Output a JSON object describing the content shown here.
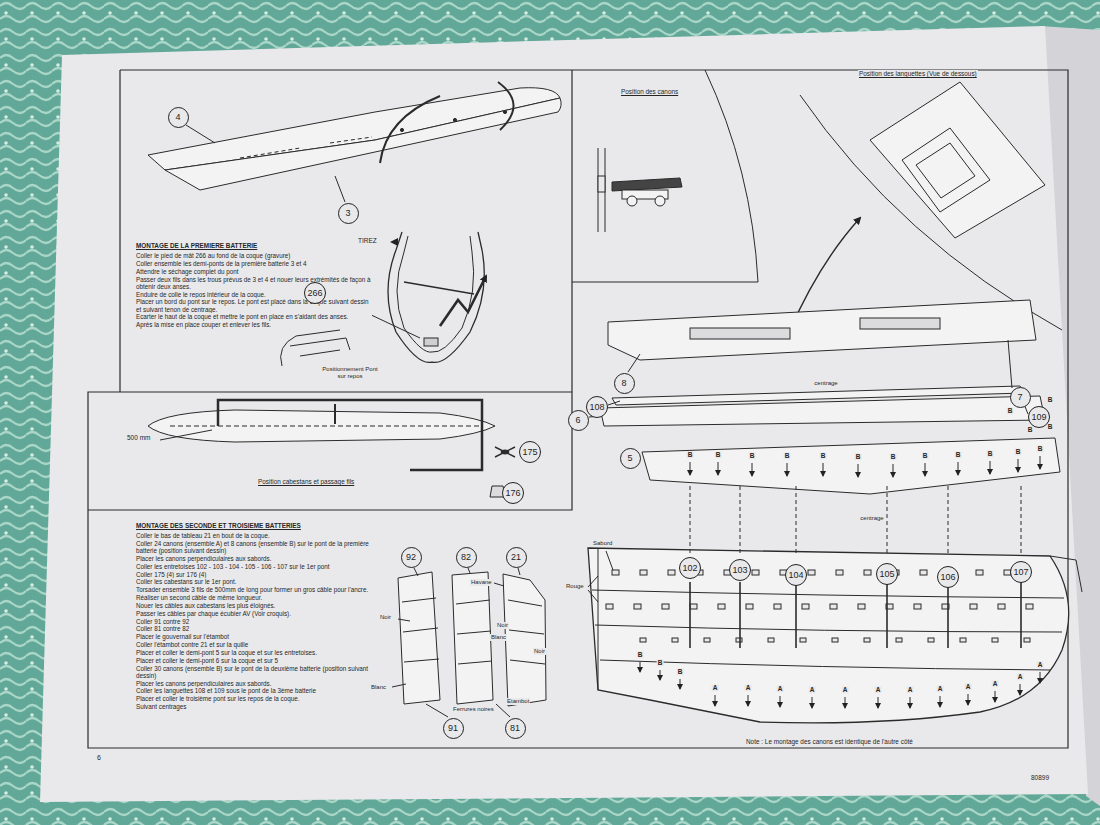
{
  "diagram": {
    "nodes": [
      {
        "text": [
          "4"
        ]
      },
      {
        "text": [
          "3"
        ]
      },
      {
        "text": [
          "266"
        ]
      },
      {
        "text": [
          "175"
        ]
      },
      {
        "text": [
          "176"
        ]
      },
      {
        "text": [
          "8"
        ]
      },
      {
        "text": [
          "7"
        ]
      },
      {
        "text": [
          "108"
        ]
      },
      {
        "text": [
          "109"
        ]
      },
      {
        "text": [
          "6"
        ]
      },
      {
        "text": [
          "5"
        ]
      },
      {
        "text": [
          "92"
        ]
      },
      {
        "text": [
          "82"
        ]
      },
      {
        "text": [
          "21"
        ]
      },
      {
        "text": [
          "102"
        ]
      },
      {
        "text": [
          "103"
        ]
      },
      {
        "text": [
          "104"
        ]
      },
      {
        "text": [
          "105"
        ]
      },
      {
        "text": [
          "106"
        ]
      },
      {
        "text": [
          "107"
        ]
      },
      {
        "text": [
          "91"
        ]
      },
      {
        "text": [
          "81"
        ]
      }
    ],
    "labels": [
      "MONTAGE DE LA PREMIERE BATTERIE",
      "Coller le pied de mât 266 au fond de la coque (gravure)",
      "Coller ensemble les demi-ponts de la première batterie 3 et 4",
      "Attendre le séchage complet du pont",
      "Passer deux fils dans les trous prévus de 3 et 4 et nouer leurs extrémités de façon à obtenir deux anses.",
      "Enduire de colle le repos intérieur de la coque.",
      "Placer un bord du pont sur le repos. Le pont est placé dans la coque suivant dessin et suivant tenon de centrage.",
      "Ecarter le haut de la coque et mettre le pont en place en s'aidant des anses.",
      "Après la mise en place couper et enlever les fils.",
      "TIREZ",
      "Positionnement Pont sur repos",
      "500 mm",
      "Position cabestans et passage fils",
      "MONTAGE DES SECONDE ET TROISIEME BATTERIES",
      "Coller le bas de tableau 21 en bout de la coque.",
      "Coller 24 canons (ensemble A) et 8 canons (ensemble B) sur le pont de la première batterie (position suivant dessin)",
      "Placer les canons perpendiculaires aux sabords.",
      "Coller les entretoises 102 - 103 - 104 - 105 - 106 - 107 sur le 1er pont",
      "Coller 175 (4) sur 176 (4)",
      "Coller les cabestans sur le 1er pont.",
      "Torsader ensemble 3 fils de 500mm de long pour former un gros câble pour l'ancre.",
      "Réaliser un second câble de même longueur.",
      "Nouer les câbles aux cabestans les plus éloignés.",
      "Passer les câbles par chaque écubier AV (Voir croquis).",
      "Coller 91 contre 92",
      "Coller 81 contre 82",
      "Placer le gouvernail sur l'étambot",
      "Coller l'étambot contre 21 et sur la quille",
      "Placer et coller le demi-pont 5 sur la coque et sur les entretoises.",
      "Placer et coller le demi-pont 6 sur la coque et sur 5",
      "Coller 30 canons (ensemble B) sur le pont de la deuxième batterie (position suivant dessin)",
      "Placer les canons perpendiculaires aux sabords.",
      "Coller les languettes 108 et 109 sous le pont de la 3ème batterie",
      "Placer et coller le troisième pont sur les repos de la coque.",
      "Suivant centrages",
      "Position des canons",
      "Position des languettes (Vue de dessous)",
      "centrage",
      "centrage",
      "Sabord",
      "Havane",
      "Rouge",
      "Noir",
      "Noir",
      "Blanc",
      "Blanc",
      "Noir",
      "Ferrures noires",
      "Etambot",
      "Note : Le montage des canons est identique de l'autre côté",
      "6",
      "80899",
      "B",
      "B",
      "B",
      "B",
      "B",
      "B",
      "B",
      "B",
      "B",
      "B",
      "B",
      "B",
      "B",
      "B",
      "B",
      "B",
      "B",
      "B",
      "B",
      "A",
      "A",
      "A",
      "A",
      "A",
      "A",
      "A",
      "A",
      "A",
      "A",
      "A",
      "A"
    ]
  }
}
